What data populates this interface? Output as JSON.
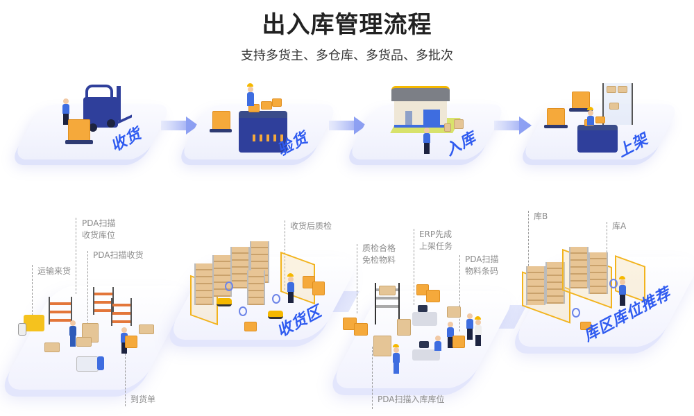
{
  "header": {
    "title": "出入库管理流程",
    "subtitle": "支持多货主、多仓库、多货品、多批次"
  },
  "steps": [
    {
      "label": "收货",
      "icon": "forklift-illustration"
    },
    {
      "label": "验货",
      "icon": "conveyor-inspection-illustration"
    },
    {
      "label": "入库",
      "icon": "warehouse-building-illustration"
    },
    {
      "label": "上架",
      "icon": "shelving-illustration"
    }
  ],
  "zones": {
    "receiving_scene": {
      "callouts": [
        "运输来货",
        "PDA扫描\n收货库位",
        "PDA扫描收货",
        "到货单"
      ]
    },
    "receiving_area": {
      "label": "收货区",
      "callouts": [
        "收货后质检"
      ]
    },
    "putaway_scene": {
      "callouts": [
        "质检合格\n免检物料",
        "ERP先成\n上架任务",
        "PDA扫描\n物料条码",
        "PDA扫描入库库位"
      ]
    },
    "storage_area": {
      "label": "库区库位推荐",
      "callouts": [
        "库B",
        "库A"
      ]
    }
  },
  "colors": {
    "accent_blue": "#2f5bf0",
    "box_orange": "#f5a93b",
    "fence_yellow": "#f2b31d",
    "callout_gray": "#8a8a8a",
    "machine_navy": "#2f3f9b"
  }
}
